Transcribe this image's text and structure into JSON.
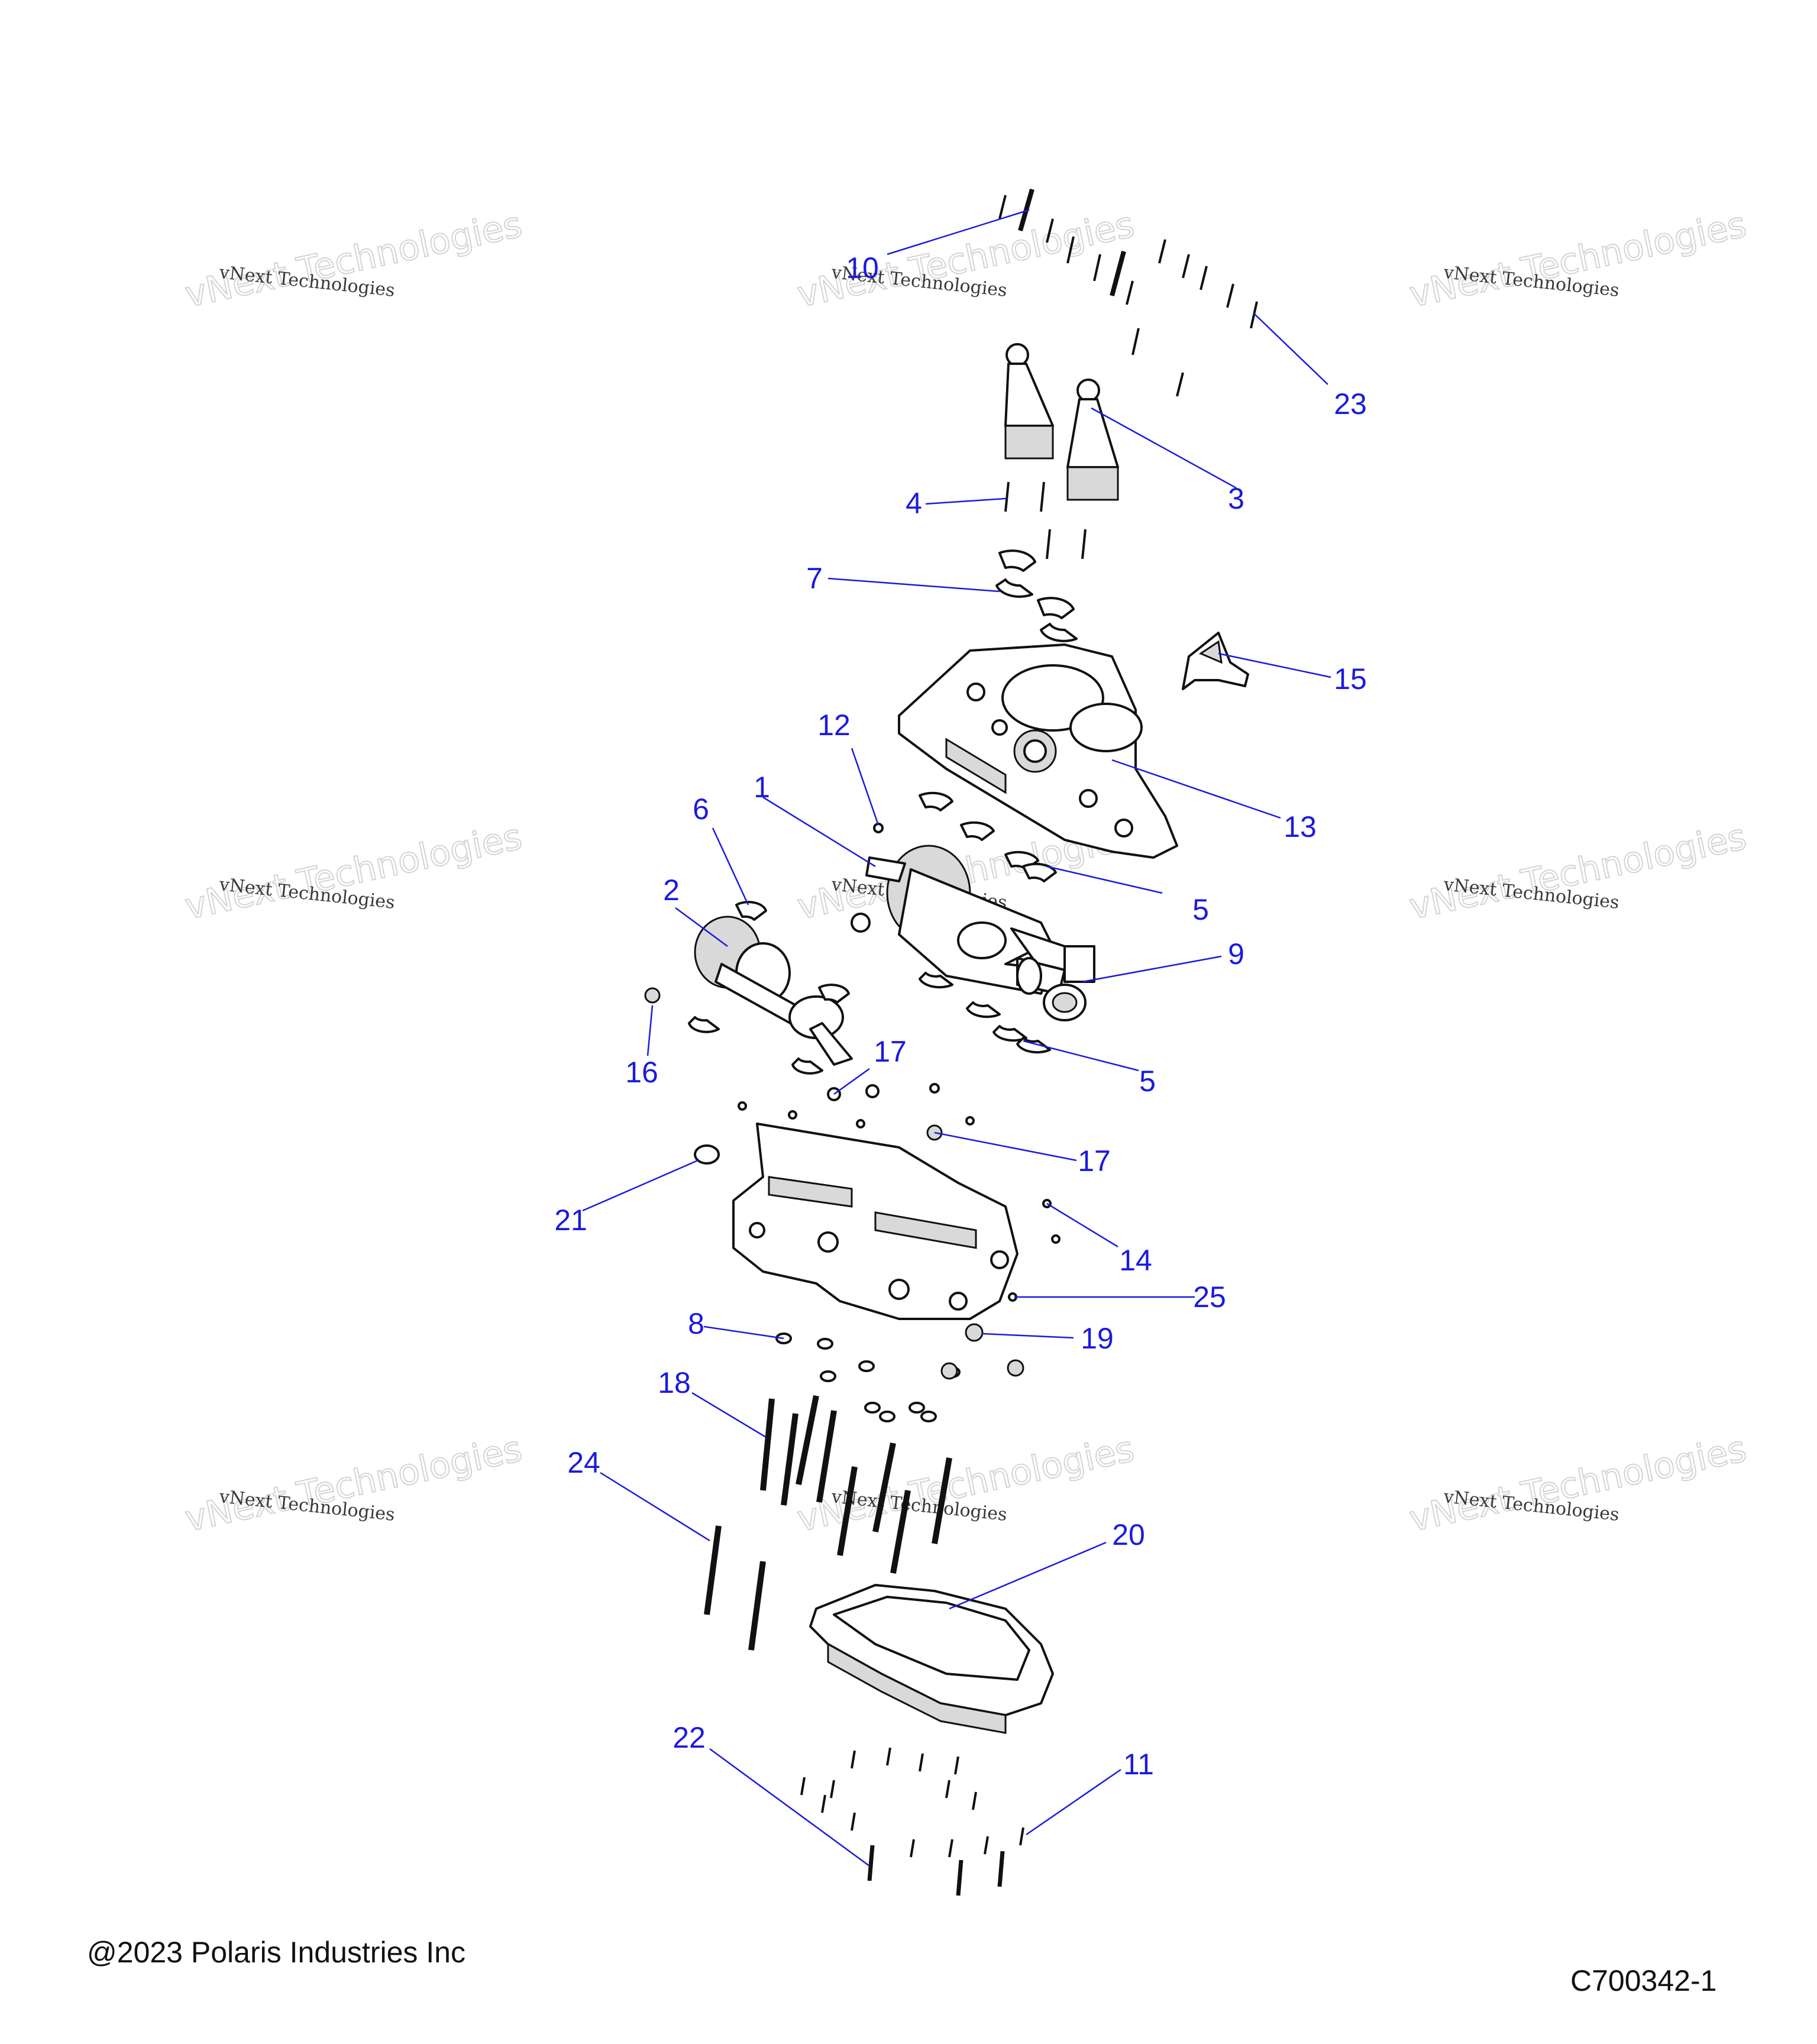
{
  "callouts": [
    "1",
    "2",
    "3",
    "4",
    "5",
    "5",
    "6",
    "7",
    "8",
    "9",
    "10",
    "11",
    "12",
    "13",
    "14",
    "15",
    "16",
    "17",
    "17",
    "18",
    "19",
    "20",
    "21",
    "22",
    "23",
    "24",
    "25"
  ],
  "watermark": {
    "line1": "vNext Technologies",
    "line2": "vNext Technologies"
  },
  "footer": {
    "copyright": "@2023 Polaris Industries Inc",
    "figure_id": "C700342-1"
  }
}
